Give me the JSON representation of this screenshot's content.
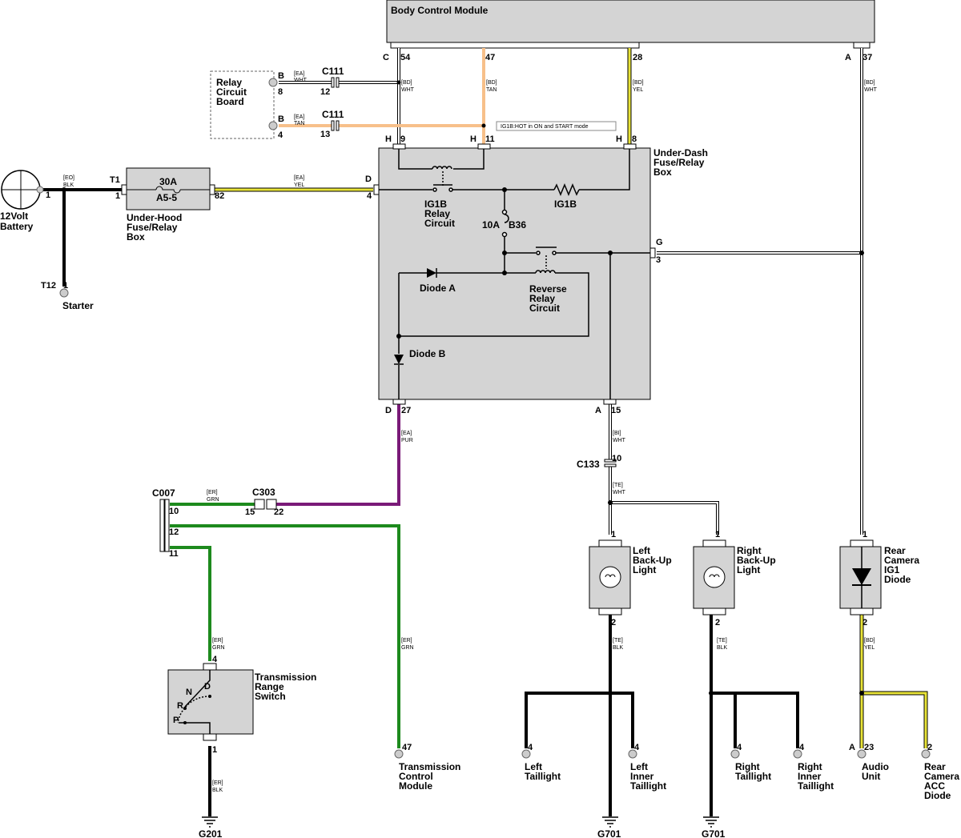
{
  "bcm": {
    "label": "Body Control Module",
    "pins": {
      "c": "C",
      "c54": "54",
      "p47": "47",
      "p28": "28",
      "a": "A",
      "a37": "37"
    }
  },
  "relay_board": {
    "label_lines": [
      "Relay",
      "Circuit",
      "Board"
    ],
    "conn_b": "B",
    "pin8": "8",
    "pin4": "4"
  },
  "c111": {
    "label": "C111",
    "pin12": "12",
    "pin13": "13"
  },
  "wires": {
    "ea_wht": [
      "[EA]",
      "WHT"
    ],
    "ea_tan": [
      "[EA]",
      "TAN"
    ],
    "bd_wht": [
      "[BD]",
      "WHT"
    ],
    "bd_tan": [
      "[BD]",
      "TAN"
    ],
    "bd_yel": [
      "[BD]",
      "YEL"
    ],
    "bd_wht_right": [
      "[BD]",
      "WHT"
    ],
    "eo_blk": [
      "[EO]",
      "BLK"
    ],
    "ea_yel": [
      "[EA]",
      "YEL"
    ],
    "ea_pur": [
      "[EA]",
      "PUR"
    ],
    "bi_wht": [
      "[BI]",
      "WHT"
    ],
    "te_wht": [
      "[TE]",
      "WHT"
    ],
    "er_grn_c": [
      "[ER]",
      "GRN"
    ],
    "er_grn_sw": [
      "[ER]",
      "GRN"
    ],
    "er_grn_tcm": [
      "[ER]",
      "GRN"
    ],
    "er_blk": [
      "[ER]",
      "BLK"
    ],
    "te_blk_l": [
      "[TE]",
      "BLK"
    ],
    "te_blk_r": [
      "[TE]",
      "BLK"
    ],
    "bd_yel_cam": [
      "[BD]",
      "YEL"
    ]
  },
  "note": "IG1B:HOT in ON and START mode",
  "battery": {
    "label_lines": [
      "12Volt",
      "Battery"
    ],
    "pin": "1"
  },
  "underhood": {
    "label_lines": [
      "Under-Hood",
      "Fuse/Relay",
      "Box"
    ],
    "t1": "T1",
    "pin1": "1",
    "fuse_amp": "30A",
    "fuse_id": "A5-5",
    "pin82": "82"
  },
  "starter": {
    "label": "Starter",
    "t12": "T12",
    "pin": "1"
  },
  "underdash": {
    "label_lines": [
      "Under-Dash",
      "Fuse/Relay",
      "Box"
    ],
    "h": "H",
    "h9": "9",
    "h11": "11",
    "h8": "8",
    "d": "D",
    "d4": "4",
    "g": "G",
    "g3": "3",
    "d27": "27",
    "a": "A",
    "a15": "15",
    "ig1b_relay": [
      "IG1B",
      "Relay",
      "Circuit"
    ],
    "ig1b": "IG1B",
    "fuse_amp": "10A",
    "fuse_id": "B36",
    "diode_a": "Diode A",
    "reverse_relay": [
      "Reverse",
      "Relay",
      "Circuit"
    ],
    "diode_b": "Diode B"
  },
  "c133": {
    "label": "C133",
    "pin": "10"
  },
  "c007": {
    "label": "C007",
    "pin10": "10",
    "pin12": "12",
    "pin11": "11"
  },
  "c303": {
    "label": "C303",
    "pin15": "15",
    "pin22": "22"
  },
  "trs": {
    "label_lines": [
      "Transmission",
      "Range",
      "Switch"
    ],
    "pin4": "4",
    "pin1": "1",
    "n": "N",
    "d": "D",
    "r": "R",
    "p": "P"
  },
  "tcm": {
    "label_lines": [
      "Transmission",
      "Control",
      "Module"
    ],
    "pin": "47"
  },
  "g201": "G201",
  "left_backup": {
    "label_lines": [
      "Left",
      "Back-Up",
      "Light"
    ],
    "pin1": "1",
    "pin2": "2"
  },
  "right_backup": {
    "label_lines": [
      "Right",
      "Back-Up",
      "Light"
    ],
    "pin1": "1",
    "pin2": "2"
  },
  "left_tail": {
    "label_lines": [
      "Left",
      "Taillight"
    ],
    "pin": "4"
  },
  "left_inner": {
    "label_lines": [
      "Left",
      "Inner",
      "Taillight"
    ],
    "pin": "4"
  },
  "right_tail": {
    "label_lines": [
      "Right",
      "Taillight"
    ],
    "pin": "4"
  },
  "right_inner": {
    "label_lines": [
      "Right",
      "Inner",
      "Taillight"
    ],
    "pin": "4"
  },
  "g701_left": "G701",
  "g701_right": "G701",
  "rear_cam_diode": {
    "label_lines": [
      "Rear",
      "Camera",
      "IG1",
      "Diode"
    ],
    "pin1": "1",
    "pin2": "2"
  },
  "audio": {
    "label_lines": [
      "Audio",
      "Unit"
    ],
    "conn": "A",
    "pin": "23"
  },
  "rear_cam_acc": {
    "label_lines": [
      "Rear",
      "Camera",
      "ACC",
      "Diode"
    ],
    "pin": "2"
  },
  "colors": {
    "yel": "#e8e337",
    "tan": "#f7c08a",
    "pur": "#7a1a78",
    "grn": "#1d8a1d",
    "box": "#d4d4d4"
  }
}
